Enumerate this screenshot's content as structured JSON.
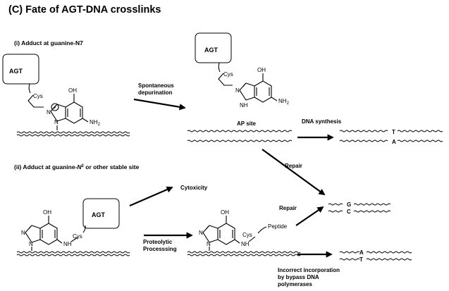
{
  "title": "(C) Fate of AGT-DNA crosslinks",
  "sections": {
    "n7": "(i) Adduct at guanine-N7",
    "n2_prefix": "(ii) Adduct at guanine-",
    "n2_n": "N",
    "n2_sup": "2",
    "n2_suffix": " or other stable site"
  },
  "atoms": {
    "agt": "AGT",
    "cys": "Cys",
    "oh": "OH",
    "n": "N",
    "nh": "NH",
    "nh2": "NH",
    "two": "2",
    "plus": "+",
    "peptide": "Peptide"
  },
  "steps": {
    "depurination_1": "Spontaneous",
    "depurination_2": "depurination",
    "ap_site": "AP site",
    "dna_synthesis": "DNA synthesis",
    "repair_1": "Repair",
    "repair_2": "Repair",
    "cytoxicity": "Cytoxicity",
    "proteolytic_1": "Proteolytic",
    "proteolytic_2": "Processsing",
    "incorrect_1": "Incorrect incorporation",
    "incorrect_2": "by bypass DNA",
    "incorrect_3": "polymerases"
  },
  "bases": {
    "synth_top": "T",
    "synth_bottom": "A",
    "repair_top": "G",
    "repair_bottom": "C",
    "bypass_top": "A",
    "bypass_bottom": "T"
  }
}
